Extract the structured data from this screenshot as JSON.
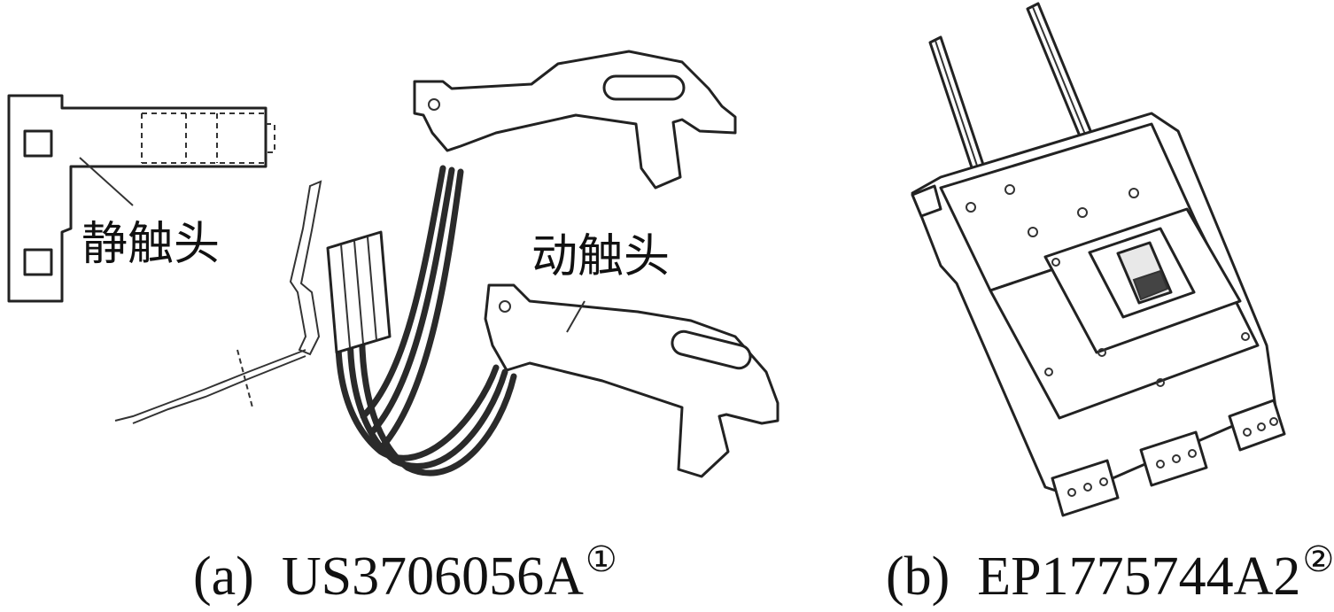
{
  "panel_a": {
    "label_static_contact": "静触头",
    "label_moving_contact": "动触头",
    "caption_prefix": "(a)",
    "caption_id": "US3706056A",
    "caption_note": "①"
  },
  "panel_b": {
    "caption_prefix": "(b)",
    "caption_id": "EP1775744A2",
    "caption_note": "②"
  }
}
